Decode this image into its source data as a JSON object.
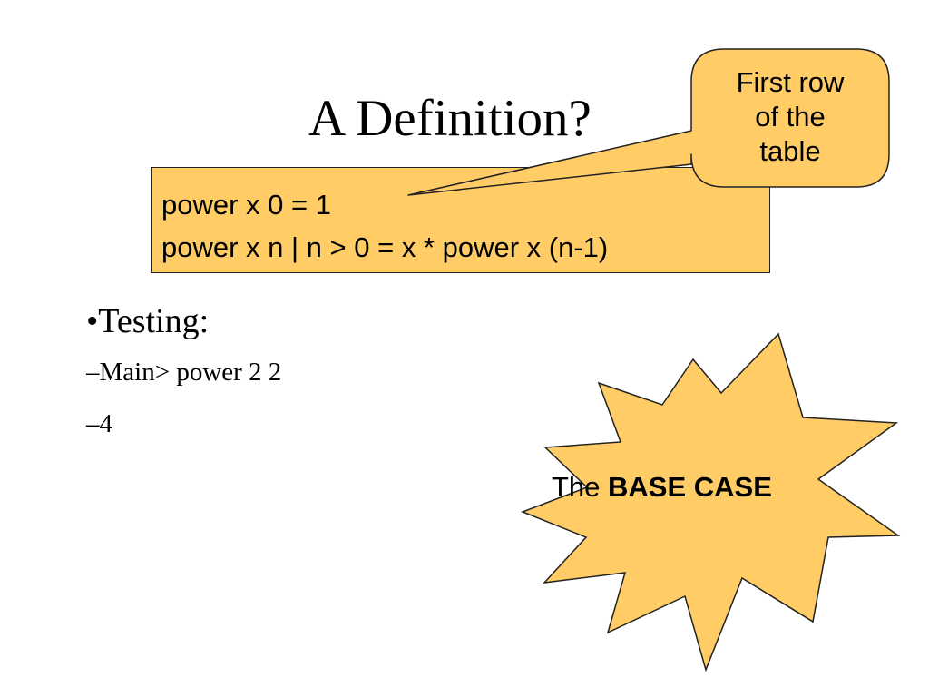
{
  "slide": {
    "title": "A Definition?"
  },
  "code": {
    "line1": "power x 0 = 1",
    "line2": "power x n | n > 0 = x * power x (n-1)"
  },
  "callout": {
    "line1": "First row",
    "line2": "of the",
    "line3": "table"
  },
  "bullets": {
    "main": "•Testing:",
    "sub1": "–Main> power 2 2",
    "sub2": "–4"
  },
  "starburst": {
    "prefix": "The ",
    "emphasis": "BASE CASE"
  },
  "colors": {
    "box_fill": "#ffcc66",
    "outline": "#222222",
    "text": "#000000",
    "background": "#ffffff"
  }
}
